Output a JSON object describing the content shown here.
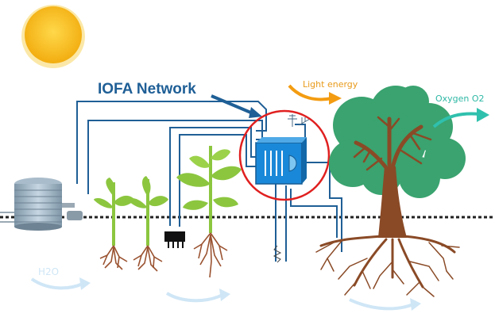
{
  "diagram": {
    "title": "IOFA Network",
    "light_label": "Light energy",
    "oxygen_label": "Oxygen O2",
    "water_label": "H2O"
  },
  "colors": {
    "network_line": "#1f5f96",
    "sun": "#f7c21a",
    "plant_green": "#8cc63f",
    "tree_green": "#3aa36f",
    "trunk_brown": "#8a4a26",
    "highlight_circle": "#e02020",
    "light_arrow": "#f39c12",
    "oxygen_arrow": "#2fc0ad"
  },
  "icons": [
    "sun-icon",
    "water-tank-icon",
    "control-box-icon",
    "sensor-icon",
    "antenna-icon"
  ]
}
